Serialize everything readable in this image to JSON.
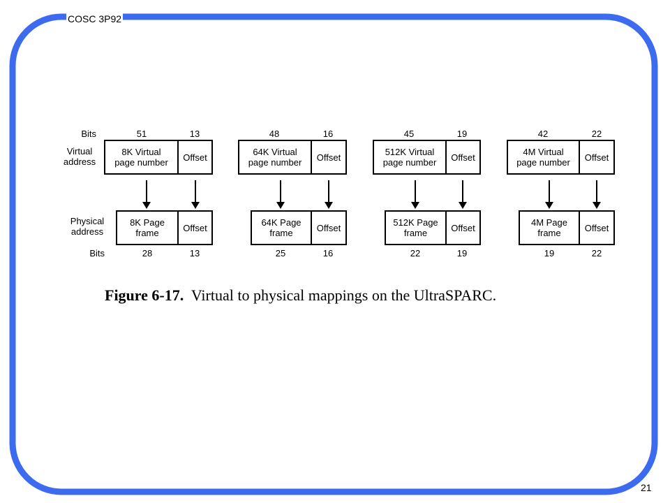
{
  "header": {
    "course": "COSC 3P92"
  },
  "footer": {
    "slide_number": "21"
  },
  "labels": {
    "bits_top": "Bits",
    "virtual_line1": "Virtual",
    "virtual_line2": "address",
    "physical_line1": "Physical",
    "physical_line2": "address",
    "bits_bottom": "Bits"
  },
  "mappings": [
    {
      "virtual_bits": "51",
      "virtual_offset_bits": "13",
      "virtual_page_line1": "8K Virtual",
      "virtual_page_line2": "page number",
      "virtual_offset": "Offset",
      "physical_page_line1": "8K Page",
      "physical_page_line2": "frame",
      "physical_offset": "Offset",
      "physical_bits": "28",
      "physical_offset_bits": "13"
    },
    {
      "virtual_bits": "48",
      "virtual_offset_bits": "16",
      "virtual_page_line1": "64K Virtual",
      "virtual_page_line2": "page number",
      "virtual_offset": "Offset",
      "physical_page_line1": "64K Page",
      "physical_page_line2": "frame",
      "physical_offset": "Offset",
      "physical_bits": "25",
      "physical_offset_bits": "16"
    },
    {
      "virtual_bits": "45",
      "virtual_offset_bits": "19",
      "virtual_page_line1": "512K Virtual",
      "virtual_page_line2": "page number",
      "virtual_offset": "Offset",
      "physical_page_line1": "512K Page",
      "physical_page_line2": "frame",
      "physical_offset": "Offset",
      "physical_bits": "22",
      "physical_offset_bits": "19"
    },
    {
      "virtual_bits": "42",
      "virtual_offset_bits": "22",
      "virtual_page_line1": "4M Virtual",
      "virtual_page_line2": "page number",
      "virtual_offset": "Offset",
      "physical_page_line1": "4M Page",
      "physical_page_line2": "frame",
      "physical_offset": "Offset",
      "physical_bits": "19",
      "physical_offset_bits": "22"
    }
  ],
  "caption": {
    "figure_label": "Figure 6-17.",
    "text": "Virtual to physical mappings on the UltraSPARC."
  },
  "colors": {
    "frame": "#3d6bf0"
  }
}
